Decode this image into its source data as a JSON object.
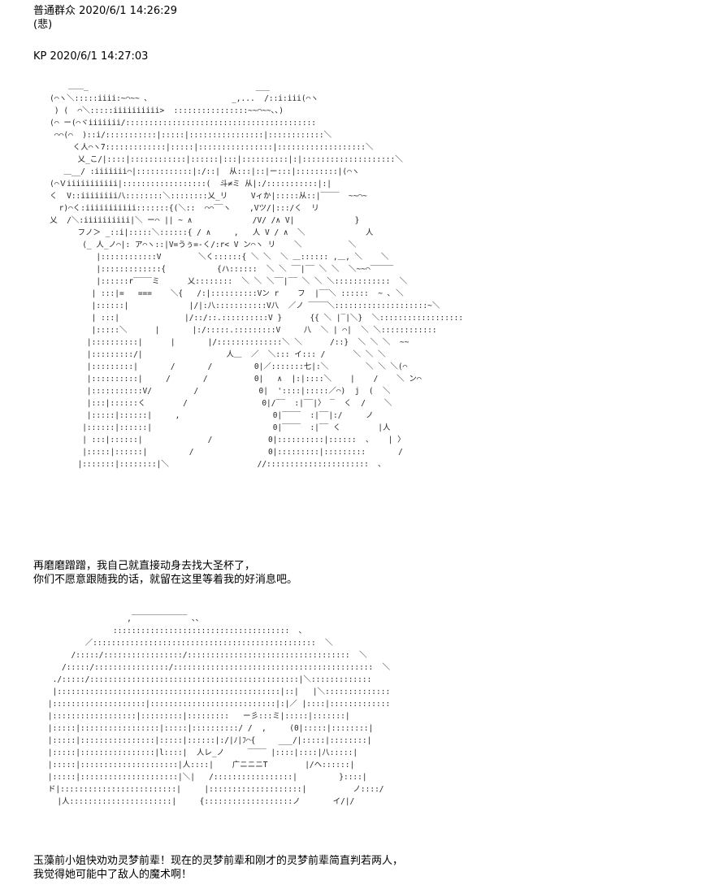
{
  "messages": [
    {
      "speaker": "普通群众",
      "timestamp": "2020/6/1 14:26:29",
      "body": "(悲)"
    },
    {
      "speaker": "KP",
      "timestamp": "2020/6/1 14:27:03"
    }
  ],
  "art1": [
    "       ＿＿_                                    ___",
    "   (⌒ヽ＼:::::iiii:~⌒~~ ､                  _,...  /::i:iii(⌒ヽ",
    "    ) (  ⌒＼:::::iiiiiiiiii>  ::::::::::::::::~~⌒~~､､)",
    "   (⌒ ー(⌒ヾiiiiiii/:::::::::::::::::::::::::::::::::::::::::",
    "    ⌒⌒(⌒  )::i/:::::::::::|:::::|::::::::::::::::|::::::::::::＼",
    "        く人⌒ヽ7:::::::::::::|:::::|::::::::::::::::|:::::::::::::::::::＼",
    "         乂_こ/|::::|::::::::::::|::::::|:::|::::::::::|:|::::::::::::::::::::＼",
    "      ＿__/ :iiiiiii⌒|::::::::::::|:/::|  从:::|::|ー:::|:::::::::|(⌒ヽ",
    "   (⌒Ｖiiiiiiiiiii|::::::::::::::::::(  斗≠ミ 从|:/:::::::::::|:|",
    "   く  V::iiiiiiii八::::::::＼::::::::乂_リ     Vィか|:::::从::|‾‾‾‾  ~~⌒~",
    "     r)⌒く:iiiiiiiiiii:::::::{(＼::  ⌒⌒‾‾ヽ    ,Vツ/|:::/く  リ",
    "   乂  /＼:iiiiiiiiii|＼ ー⌒ || ~ ∧             /V/ /∧ V|             }",
    "         フノ＞ _::i|:::::＼::::::{ / ∧     ,   人 V / ∧  ＼             人",
    "          (_ 人_ノ⌒|: ア⌒ヽ::|V=うぅ=-く/:r< V ン⌒ヽ リ    ＼          ＼",
    "             |::::::::::::V        ＼く::::::{ ＼ ＼  ＼ ＿:::::: ,＿, ＼    ＼",
    "             |:::::::::::::{           {ハ::::::  ＼ ＼ ‾‾|‾‾ ＼ ＼  ＼~~⌒‾‾‾‾‾",
    "             |::::::r‾‾‾‾ミ      乂::::::::  ＼ ＼ ＼‾‾|‾‾ ＼ ＼ ＼::::::::::::  ＼",
    "            | :::|=   ===    ＼{   /:|::::::::::Vン r    フ  |‾‾＼ ::::::  ~ ､ ＼",
    "            |::::::|             |/|:八:::::::::::V八  ／ノ ‾‾‾‾＼::::::::::::::::::::~＼",
    "            | :::|              |/::/::.::::::::::V }      {{ ＼ |‾|＼}  ＼::::::::::::::::::",
    "            |:::::＼      |       |:/:::::.:::::::::V     八  ＼ | ⌒|  ＼ ＼::::::::::::",
    "           |::::::::::|      |       |/::::::::::::::＼ ＼      /::}  ＼ ＼ ＼  ~~",
    "           |:::::::::/|                  人＿  ／  ＼::: イ::: /      ＼ ＼ ＼",
    "           |:::::::::|       /       /         0|／:::::::七|:＼        ＼ ＼ ＼(⌒",
    "           |::::::::::|     /       /          0|   ∧  |:|::::＼    |    /    ＼ ン⌒",
    "           |:::::::::::V/         /             0|  '::::|:::::／⌒)  j  (  ＼",
    "           |:::|::::::く        /                0|/‾‾  :|‾‾|〉 ‾  く  /    ＼",
    "           |:::::|::::::|     ,                    0|‾‾‾‾  :|‾‾|:/     ノ",
    "          |::::::|::::::|                          0|‾‾‾‾  :|‾‾ く        |人",
    "          | :::|::::::|              /            0|::::::::::|::::::  ､    | 〉",
    "          |:::::|::::::|         /                0|:::::::::|:::::::::       /",
    "         |:::::::|::::::::|＼                   //::::::::::::::::::::::  ､"
  ],
  "narration1": [
    "再磨磨蹭蹭，我自己就直接动身去找大圣杯了，",
    "你们不愿意跟随我的话，就留在这里等着我的好消息吧。"
  ],
  "art2": [
    "                     ,‾‾‾‾‾‾‾‾‾‾‾‾ ､､",
    "                  ::::::::::::::::::::::::::::::::::::::  ､",
    "            ／::::::::::::::::::::::::::::::::::::::::::::::::  ＼",
    "         /:::::/:::::::::::::::::/:::::::::::::::::::::::::::::::::::  ＼",
    "       /:::::/::::::::::::::::/:::::::::::::::::::::::::::::::::::::::::::  ＼",
    "     ./:::::/:::::::::::::::::::::::::::::::::::::::::::::|＼:::::::::::::",
    "     |::::::::::::::::::::::::::::::::::::::::::::::::|::|   |＼::::::::::::::",
    "    |::::::::::::::::::::|:::::::::::::::::::::::::::|:|／ |::::|:::::::::::::",
    "    |::::::::::::::::::|:::::::::|:::::::::   ー彡:::ミ|:::::|:::::::|",
    "    |:::::|:::::::::::::::::|:::::|::::::::::/ /  ,     (0|:::::|::::::::|",
    "    |:::::|::::::::::::::::|:::::|::::::|:/|ﾉ|ﾌ⌒{     ___/|:::::|::::::::|",
    "    |:::::|::::::::::::::::|l::::|  人レ_ノ     ‾‾‾‾ |::::|::::|八:::::|",
    "    |:::::|:::::::::::::::::::::|人::::|    广ニニニT        |/ヘ::::::|",
    "    |:::::|:::::::::::::::::::::|＼|   /:::::::::::::::::|         }::::|",
    "    ド|:::::::::::::::::::::::::|     |::::::::::::::::::::|          ノ::::/",
    "      |人::::::::::::::::::::::|     {:::::::::::::::::::ノ       イ/|/"
  ],
  "narration2": [
    "玉藻前小姐快劝劝灵梦前辈！现在的灵梦前辈和刚才的灵梦前辈简直判若两人，",
    "我觉得她可能中了敌人的魔术啊！"
  ]
}
